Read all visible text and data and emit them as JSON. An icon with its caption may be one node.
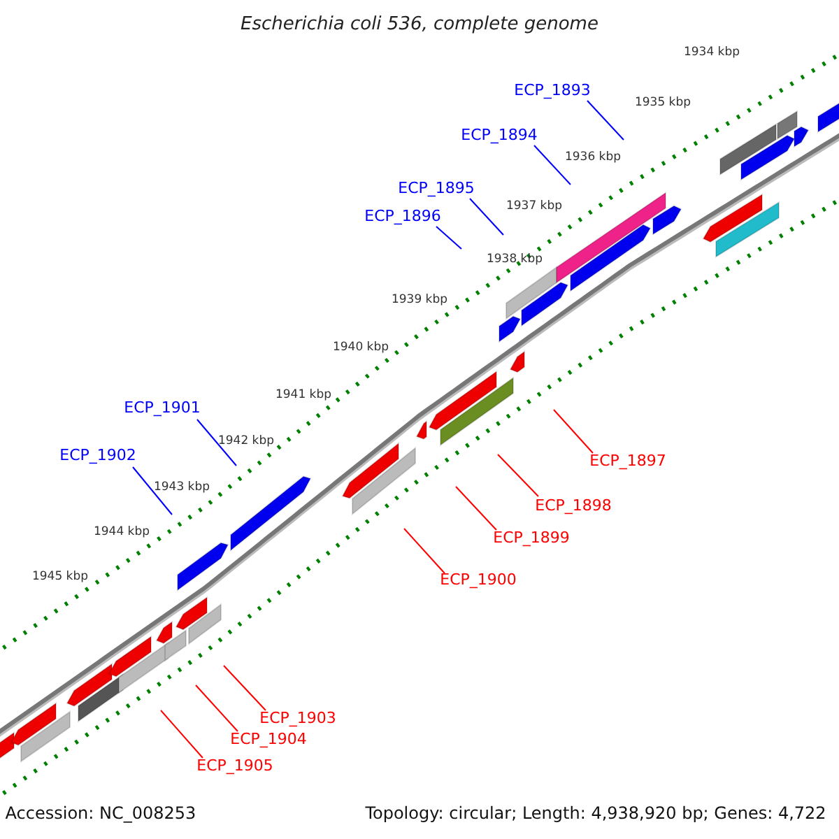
{
  "diagram": {
    "title": "Escherichia coli 536, complete genome",
    "nodes": [
      {
        "text": [
          "ECP_1893"
        ]
      },
      {
        "text": [
          "ECP_1894"
        ]
      },
      {
        "text": [
          "ECP_1895"
        ]
      },
      {
        "text": [
          "ECP_1896"
        ]
      },
      {
        "text": [
          "ECP_1901"
        ]
      },
      {
        "text": [
          "ECP_1902"
        ]
      },
      {
        "text": [
          "ECP_1897"
        ]
      },
      {
        "text": [
          "ECP_1898"
        ]
      },
      {
        "text": [
          "ECP_1899"
        ]
      },
      {
        "text": [
          "ECP_1900"
        ]
      },
      {
        "text": [
          "ECP_1903"
        ]
      },
      {
        "text": [
          "ECP_1904"
        ]
      },
      {
        "text": [
          "ECP_1905"
        ]
      }
    ],
    "edges": [
      {
        "from": 0,
        "to": null,
        "arrow": "none",
        "color": "#0000ff"
      },
      {
        "from": 1,
        "to": null,
        "arrow": "none",
        "color": "#0000ff"
      },
      {
        "from": 2,
        "to": null,
        "arrow": "none",
        "color": "#0000ff"
      },
      {
        "from": 3,
        "to": null,
        "arrow": "none",
        "color": "#0000ff"
      },
      {
        "from": 4,
        "to": null,
        "arrow": "none",
        "color": "#0000ff"
      },
      {
        "from": 5,
        "to": null,
        "arrow": "none",
        "color": "#0000ff"
      },
      {
        "from": 6,
        "to": null,
        "arrow": "none"
      },
      {
        "from": 7,
        "to": null,
        "arrow": "none"
      },
      {
        "from": 8,
        "to": null,
        "arrow": "none"
      },
      {
        "from": 9,
        "to": null,
        "arrow": "none"
      },
      {
        "from": 10,
        "to": null,
        "arrow": "none"
      },
      {
        "from": 11,
        "to": null,
        "arrow": "none"
      },
      {
        "from": 12,
        "to": null,
        "arrow": "none"
      }
    ],
    "labels": [
      "1934 kbp",
      "1935 kbp",
      "1936 kbp",
      "1937 kbp",
      "1938 kbp",
      "1939 kbp",
      "1940 kbp",
      "1941 kbp",
      "1942 kbp",
      "1943 kbp",
      "1944 kbp",
      "1945 kbp",
      "Accession: NC_008253",
      "Topology: circular; Length: 4,938,920 bp; Genes: 4,722"
    ]
  }
}
